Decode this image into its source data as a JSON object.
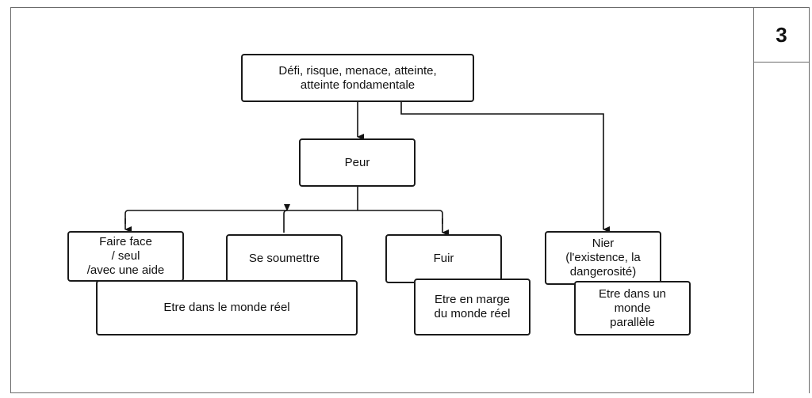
{
  "page_number": "3",
  "nodes": {
    "trigger": "Défi, risque, menace, atteinte,\natteinte fondamentale",
    "fear": "Peur",
    "face": "Faire face\n/ seul\n/avec une aide",
    "submit": "Se soumettre",
    "flee": "Fuir",
    "deny": "Nier\n(l'existence, la\ndangerosité)",
    "real_world": "Etre dans le monde réel",
    "margin_world": "Etre en marge\ndu monde réel",
    "parallel_world": "Etre dans un\nmonde\nparallèle"
  }
}
